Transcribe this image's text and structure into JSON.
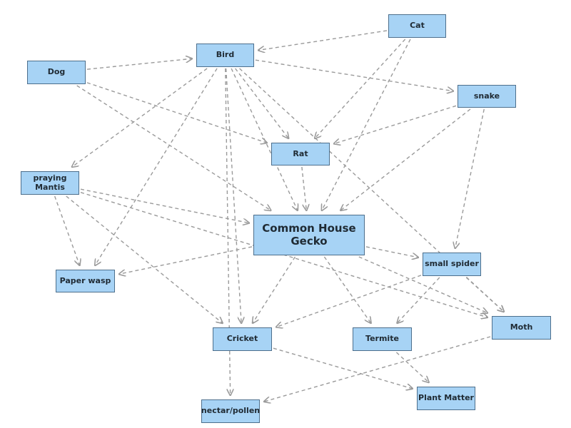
{
  "colors": {
    "node_fill": "#a7d3f5",
    "node_border": "#4d6f8c",
    "arrow": "#9a9a9a",
    "text": "#1f2a33"
  },
  "nodes": {
    "cat": "Cat",
    "bird": "Bird",
    "dog": "Dog",
    "snake": "snake",
    "rat": "Rat",
    "praying_mantis": "praying\nMantis",
    "common_house_gecko": "Common House Gecko",
    "small_spider": "small spider",
    "paper_wasp": "Paper wasp",
    "moth": "Moth",
    "cricket": "Cricket",
    "termite": "Termite",
    "plant_matter": "Plant Matter",
    "nectar_pollen": "nectar/pollen"
  },
  "edges": [
    {
      "from": "cat",
      "to": "bird"
    },
    {
      "from": "cat",
      "to": "rat"
    },
    {
      "from": "cat",
      "to": "common_house_gecko"
    },
    {
      "from": "dog",
      "to": "bird"
    },
    {
      "from": "dog",
      "to": "rat"
    },
    {
      "from": "dog",
      "to": "common_house_gecko"
    },
    {
      "from": "bird",
      "to": "snake"
    },
    {
      "from": "bird",
      "to": "rat"
    },
    {
      "from": "bird",
      "to": "praying_mantis"
    },
    {
      "from": "bird",
      "to": "paper_wasp"
    },
    {
      "from": "bird",
      "to": "common_house_gecko"
    },
    {
      "from": "bird",
      "to": "cricket"
    },
    {
      "from": "bird",
      "to": "nectar_pollen"
    },
    {
      "from": "bird",
      "to": "moth"
    },
    {
      "from": "snake",
      "to": "rat"
    },
    {
      "from": "snake",
      "to": "common_house_gecko"
    },
    {
      "from": "snake",
      "to": "small_spider"
    },
    {
      "from": "rat",
      "to": "common_house_gecko"
    },
    {
      "from": "praying_mantis",
      "to": "paper_wasp"
    },
    {
      "from": "praying_mantis",
      "to": "common_house_gecko"
    },
    {
      "from": "praying_mantis",
      "to": "cricket"
    },
    {
      "from": "praying_mantis",
      "to": "moth"
    },
    {
      "from": "common_house_gecko",
      "to": "paper_wasp"
    },
    {
      "from": "common_house_gecko",
      "to": "small_spider"
    },
    {
      "from": "common_house_gecko",
      "to": "cricket"
    },
    {
      "from": "common_house_gecko",
      "to": "termite"
    },
    {
      "from": "common_house_gecko",
      "to": "moth"
    },
    {
      "from": "small_spider",
      "to": "cricket"
    },
    {
      "from": "small_spider",
      "to": "termite"
    },
    {
      "from": "small_spider",
      "to": "moth"
    },
    {
      "from": "moth",
      "to": "nectar_pollen"
    },
    {
      "from": "cricket",
      "to": "plant_matter"
    },
    {
      "from": "termite",
      "to": "plant_matter"
    }
  ]
}
